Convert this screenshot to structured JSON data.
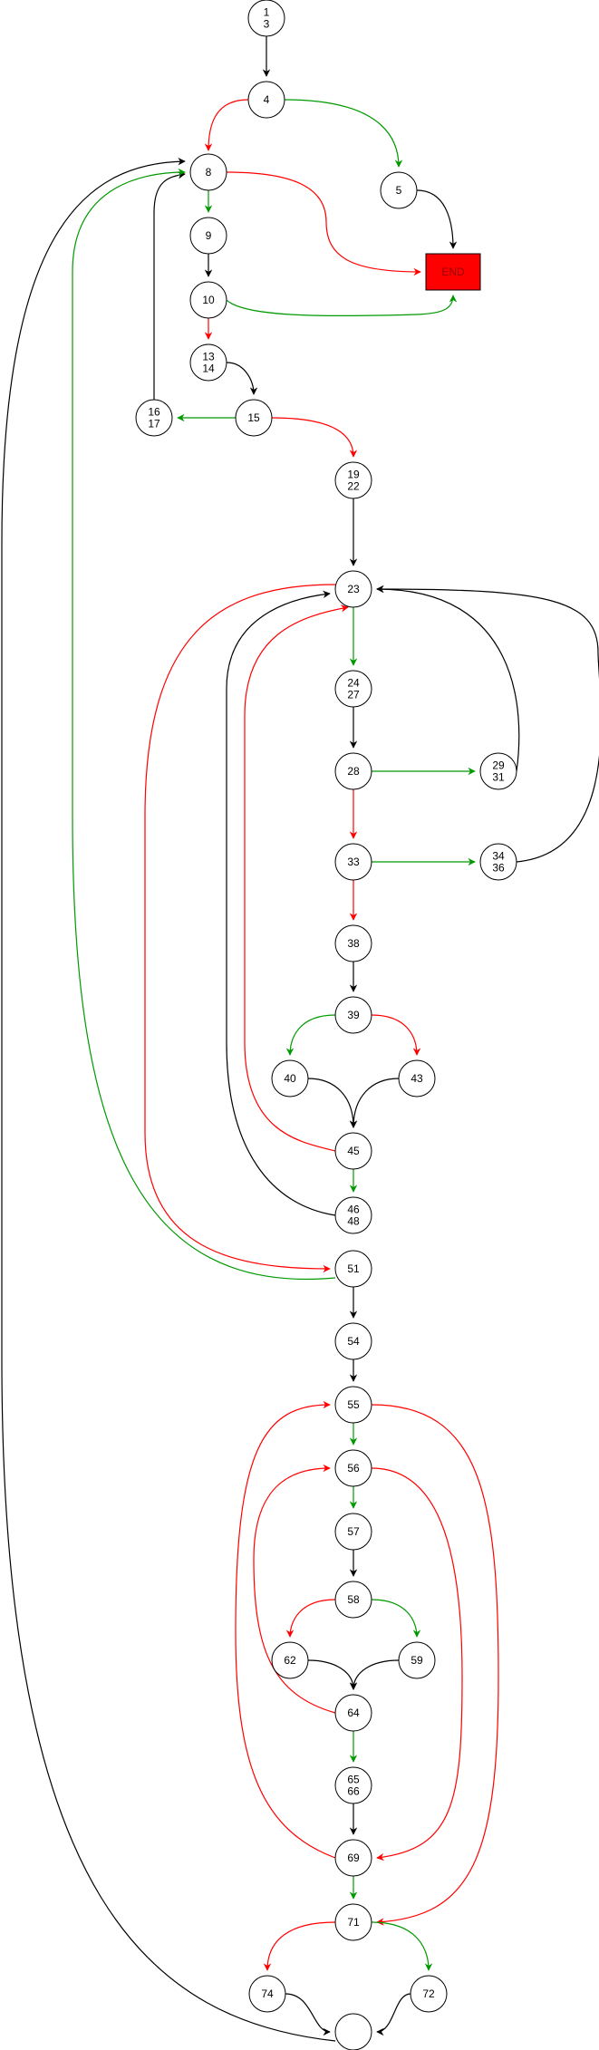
{
  "colors": {
    "true_branch": "#009900",
    "false_branch": "#ff0000",
    "flow": "#000000",
    "end_fill": "#ff0000",
    "end_text": "#990000"
  },
  "nodes": [
    {
      "id": "n1",
      "lines": [
        "1",
        "3"
      ]
    },
    {
      "id": "n4",
      "lines": [
        "4"
      ]
    },
    {
      "id": "n5",
      "lines": [
        "5"
      ]
    },
    {
      "id": "n8",
      "lines": [
        "8"
      ]
    },
    {
      "id": "n9",
      "lines": [
        "9"
      ]
    },
    {
      "id": "n10",
      "lines": [
        "10"
      ]
    },
    {
      "id": "n13",
      "lines": [
        "13",
        "14"
      ]
    },
    {
      "id": "n15",
      "lines": [
        "15"
      ]
    },
    {
      "id": "n16",
      "lines": [
        "16",
        "17"
      ]
    },
    {
      "id": "n19",
      "lines": [
        "19",
        "22"
      ]
    },
    {
      "id": "n23",
      "lines": [
        "23"
      ]
    },
    {
      "id": "n24",
      "lines": [
        "24",
        "27"
      ]
    },
    {
      "id": "n28",
      "lines": [
        "28"
      ]
    },
    {
      "id": "n29",
      "lines": [
        "29",
        "31"
      ]
    },
    {
      "id": "n33",
      "lines": [
        "33"
      ]
    },
    {
      "id": "n34",
      "lines": [
        "34",
        "36"
      ]
    },
    {
      "id": "n38",
      "lines": [
        "38"
      ]
    },
    {
      "id": "n39",
      "lines": [
        "39"
      ]
    },
    {
      "id": "n40",
      "lines": [
        "40"
      ]
    },
    {
      "id": "n43",
      "lines": [
        "43"
      ]
    },
    {
      "id": "n45",
      "lines": [
        "45"
      ]
    },
    {
      "id": "n46",
      "lines": [
        "46",
        "48"
      ]
    },
    {
      "id": "n51",
      "lines": [
        "51"
      ]
    },
    {
      "id": "n54",
      "lines": [
        "54"
      ]
    },
    {
      "id": "n55",
      "lines": [
        "55"
      ]
    },
    {
      "id": "n56",
      "lines": [
        "56"
      ]
    },
    {
      "id": "n57",
      "lines": [
        "57"
      ]
    },
    {
      "id": "n58",
      "lines": [
        "58"
      ]
    },
    {
      "id": "n59",
      "lines": [
        "59"
      ]
    },
    {
      "id": "n62",
      "lines": [
        "62"
      ]
    },
    {
      "id": "n64",
      "lines": [
        "64"
      ]
    },
    {
      "id": "n65",
      "lines": [
        "65",
        "66"
      ]
    },
    {
      "id": "n69",
      "lines": [
        "69"
      ]
    },
    {
      "id": "n71",
      "lines": [
        "71"
      ]
    },
    {
      "id": "n72",
      "lines": [
        "72"
      ]
    },
    {
      "id": "n74",
      "lines": [
        "74"
      ]
    },
    {
      "id": "nExit",
      "lines": []
    },
    {
      "id": "end",
      "lines": [
        "END"
      ]
    }
  ],
  "edges": [
    {
      "from": "n1",
      "to": "n4",
      "kind": "flow"
    },
    {
      "from": "n4",
      "to": "n8",
      "kind": "false_branch"
    },
    {
      "from": "n4",
      "to": "n5",
      "kind": "true_branch"
    },
    {
      "from": "n5",
      "to": "end",
      "kind": "flow"
    },
    {
      "from": "n8",
      "to": "n9",
      "kind": "true_branch"
    },
    {
      "from": "n8",
      "to": "end",
      "kind": "false_branch"
    },
    {
      "from": "n9",
      "to": "n10",
      "kind": "flow"
    },
    {
      "from": "n10",
      "to": "end",
      "kind": "true_branch"
    },
    {
      "from": "n10",
      "to": "n13",
      "kind": "false_branch"
    },
    {
      "from": "n13",
      "to": "n15",
      "kind": "flow"
    },
    {
      "from": "n15",
      "to": "n16",
      "kind": "true_branch"
    },
    {
      "from": "n15",
      "to": "n19",
      "kind": "false_branch"
    },
    {
      "from": "n16",
      "to": "n8",
      "kind": "flow"
    },
    {
      "from": "n19",
      "to": "n23",
      "kind": "flow"
    },
    {
      "from": "n23",
      "to": "n24",
      "kind": "true_branch"
    },
    {
      "from": "n23",
      "to": "n51",
      "kind": "false_branch"
    },
    {
      "from": "n24",
      "to": "n28",
      "kind": "flow"
    },
    {
      "from": "n28",
      "to": "n29",
      "kind": "true_branch"
    },
    {
      "from": "n28",
      "to": "n33",
      "kind": "false_branch"
    },
    {
      "from": "n29",
      "to": "n23",
      "kind": "flow"
    },
    {
      "from": "n33",
      "to": "n34",
      "kind": "true_branch"
    },
    {
      "from": "n33",
      "to": "n38",
      "kind": "false_branch"
    },
    {
      "from": "n34",
      "to": "n23",
      "kind": "flow"
    },
    {
      "from": "n38",
      "to": "n39",
      "kind": "flow"
    },
    {
      "from": "n39",
      "to": "n40",
      "kind": "true_branch"
    },
    {
      "from": "n39",
      "to": "n43",
      "kind": "false_branch"
    },
    {
      "from": "n40",
      "to": "n45",
      "kind": "flow"
    },
    {
      "from": "n43",
      "to": "n45",
      "kind": "flow"
    },
    {
      "from": "n45",
      "to": "n46",
      "kind": "true_branch"
    },
    {
      "from": "n45",
      "to": "n23",
      "kind": "false_branch"
    },
    {
      "from": "n46",
      "to": "n23",
      "kind": "flow"
    },
    {
      "from": "n51",
      "to": "n8",
      "kind": "true_branch"
    },
    {
      "from": "n51",
      "to": "n54",
      "kind": "flow"
    },
    {
      "from": "n54",
      "to": "n55",
      "kind": "flow"
    },
    {
      "from": "n55",
      "to": "n56",
      "kind": "true_branch"
    },
    {
      "from": "n55",
      "to": "n71",
      "kind": "false_branch"
    },
    {
      "from": "n56",
      "to": "n57",
      "kind": "true_branch"
    },
    {
      "from": "n56",
      "to": "n69",
      "kind": "false_branch"
    },
    {
      "from": "n57",
      "to": "n58",
      "kind": "flow"
    },
    {
      "from": "n58",
      "to": "n62",
      "kind": "false_branch"
    },
    {
      "from": "n58",
      "to": "n59",
      "kind": "true_branch"
    },
    {
      "from": "n62",
      "to": "n64",
      "kind": "flow"
    },
    {
      "from": "n59",
      "to": "n64",
      "kind": "flow"
    },
    {
      "from": "n64",
      "to": "n65",
      "kind": "true_branch"
    },
    {
      "from": "n64",
      "to": "n56",
      "kind": "false_branch"
    },
    {
      "from": "n65",
      "to": "n69",
      "kind": "flow"
    },
    {
      "from": "n69",
      "to": "n71",
      "kind": "true_branch"
    },
    {
      "from": "n69",
      "to": "n55",
      "kind": "false_branch"
    },
    {
      "from": "n71",
      "to": "n74",
      "kind": "false_branch"
    },
    {
      "from": "n71",
      "to": "n72",
      "kind": "true_branch"
    },
    {
      "from": "n74",
      "to": "nExit",
      "kind": "flow"
    },
    {
      "from": "n72",
      "to": "nExit",
      "kind": "flow"
    },
    {
      "from": "nExit",
      "to": "n8",
      "kind": "flow"
    }
  ]
}
